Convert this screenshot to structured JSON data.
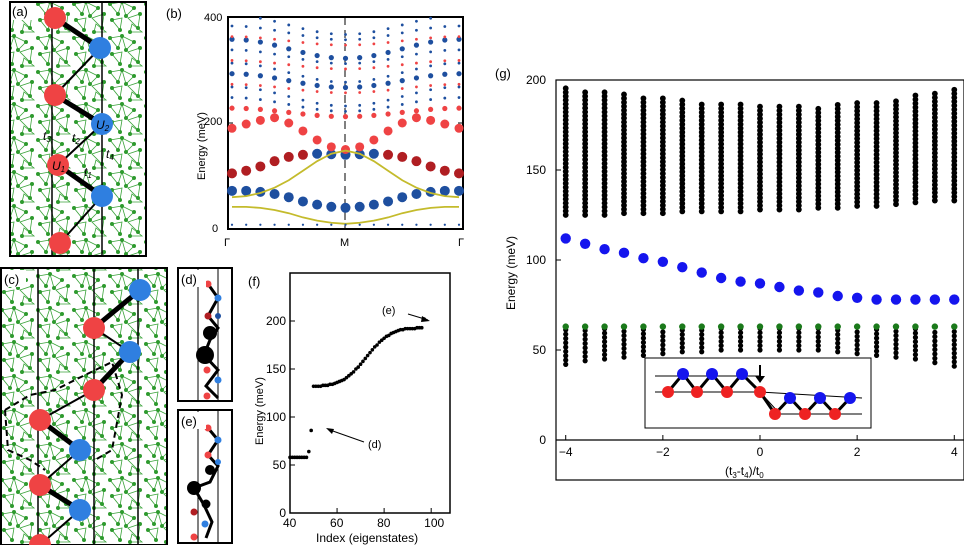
{
  "panels": {
    "a": {
      "label": "(a)",
      "t1": "t",
      "t1_sub": "1",
      "t2": "t",
      "t2_sub": "2",
      "t3": "t",
      "t3_sub": "3",
      "t4": "t",
      "t4_sub": "4",
      "u1": "U",
      "u1_sub": "1",
      "u2": "U",
      "u2_sub": "2"
    },
    "b": {
      "label": "(b)"
    },
    "c": {
      "label": "(c)"
    },
    "d": {
      "label": "(d)"
    },
    "e": {
      "label": "(e)"
    },
    "f": {
      "label": "(f)"
    },
    "g": {
      "label": "(g)"
    }
  },
  "colors": {
    "red": "#ef4344",
    "blue": "#2f7fe0",
    "lattice_green": "#2e9a2e",
    "dark_red": "#b01e22",
    "dark_blue": "#1e4f9f",
    "yellow": "#c4bb2c",
    "g_blue": "#1515ee",
    "g_green": "#1b7a1b",
    "black": "#000000"
  },
  "chart_data": [
    {
      "id": "b",
      "type": "scatter",
      "title": "",
      "xlabel": "",
      "ylabel": "Energy (meV)",
      "ylim": [
        0,
        400
      ],
      "yticks": [
        0,
        200,
        400
      ],
      "xticks": [
        "Γ",
        "M",
        "Γ"
      ],
      "series": [
        {
          "name": "",
          "values": [
            72,
            72,
            70,
            66,
            60,
            52,
            46,
            42,
            40,
            42,
            46,
            52,
            60,
            66,
            70,
            72,
            72
          ]
        },
        {
          "name": "",
          "values": [
            105,
            110,
            118,
            128,
            136,
            140,
            142,
            141,
            140,
            141,
            142,
            140,
            136,
            128,
            118,
            110,
            105
          ]
        },
        {
          "name": "",
          "values": [
            190,
            198,
            205,
            210,
            200,
            185,
            168,
            155,
            150,
            155,
            168,
            185,
            200,
            210,
            205,
            198,
            190
          ]
        },
        {
          "name": "",
          "values": [
            60,
            62,
            68,
            78,
            92,
            110,
            128,
            142,
            148,
            142,
            128,
            110,
            92,
            78,
            68,
            62,
            60
          ]
        }
      ]
    },
    {
      "id": "f",
      "type": "scatter",
      "title": "",
      "xlabel": "Index (eigenstates)",
      "ylabel": "Energy (meV)",
      "xlim": [
        40,
        108
      ],
      "ylim": [
        0,
        250
      ],
      "xticks": [
        40,
        60,
        80,
        100
      ],
      "yticks": [
        0,
        50,
        100,
        150,
        200
      ],
      "annotations": [
        "(d)",
        "(e)"
      ],
      "points": [
        [
          40,
          58
        ],
        [
          41,
          58
        ],
        [
          42,
          58
        ],
        [
          43,
          58
        ],
        [
          44,
          58
        ],
        [
          45,
          58
        ],
        [
          46,
          58
        ],
        [
          47,
          58
        ],
        [
          48,
          64
        ],
        [
          49,
          86
        ],
        [
          50,
          132
        ],
        [
          51,
          132
        ],
        [
          52,
          132
        ],
        [
          53,
          132
        ],
        [
          54,
          133
        ],
        [
          55,
          133
        ],
        [
          56,
          133
        ],
        [
          57,
          134
        ],
        [
          58,
          134
        ],
        [
          59,
          135
        ],
        [
          60,
          136
        ],
        [
          61,
          137
        ],
        [
          62,
          138
        ],
        [
          63,
          139
        ],
        [
          64,
          141
        ],
        [
          65,
          143
        ],
        [
          66,
          145
        ],
        [
          67,
          147
        ],
        [
          68,
          150
        ],
        [
          69,
          152
        ],
        [
          70,
          155
        ],
        [
          71,
          158
        ],
        [
          72,
          161
        ],
        [
          73,
          164
        ],
        [
          74,
          167
        ],
        [
          75,
          170
        ],
        [
          76,
          173
        ],
        [
          77,
          175
        ],
        [
          78,
          178
        ],
        [
          79,
          180
        ],
        [
          80,
          182
        ],
        [
          81,
          184
        ],
        [
          82,
          185
        ],
        [
          83,
          187
        ],
        [
          84,
          188
        ],
        [
          85,
          189
        ],
        [
          86,
          190
        ],
        [
          87,
          191
        ],
        [
          88,
          191
        ],
        [
          89,
          192
        ],
        [
          90,
          192
        ],
        [
          91,
          192
        ],
        [
          92,
          192
        ],
        [
          93,
          192
        ],
        [
          94,
          193
        ],
        [
          95,
          193
        ],
        [
          96,
          193
        ],
        [
          97,
          202
        ]
      ]
    },
    {
      "id": "g",
      "type": "scatter",
      "title": "",
      "xlabel": "(t3-t4)/t0",
      "xlabel_main": "(t",
      "xlabel_sub1": "3",
      "xlabel_mid": "-t",
      "xlabel_sub2": "4",
      "xlabel_end": ")/t",
      "xlabel_sub3": "0",
      "ylabel": "Energy (meV)",
      "xlim": [
        -4.2,
        4.2
      ],
      "ylim": [
        0,
        200
      ],
      "xticks": [
        -4,
        -2,
        0,
        2,
        4
      ],
      "yticks": [
        0,
        50,
        100,
        150,
        200
      ],
      "x": [
        -4.0,
        -3.6,
        -3.2,
        -2.8,
        -2.4,
        -2.0,
        -1.6,
        -1.2,
        -0.8,
        -0.4,
        0.0,
        0.4,
        0.8,
        1.2,
        1.6,
        2.0,
        2.4,
        2.8,
        3.2,
        3.6,
        4.0
      ],
      "blue_series": [
        112,
        109,
        106,
        104,
        101,
        99,
        96,
        93,
        90,
        88,
        87,
        85,
        83,
        82,
        80,
        79,
        78,
        78,
        78,
        78,
        78
      ],
      "green_series": [
        63,
        63,
        63,
        63,
        63,
        63,
        63,
        63,
        63,
        63,
        63,
        63,
        63,
        63,
        63,
        63,
        63,
        63,
        63,
        63,
        63
      ],
      "band_top": [
        196,
        195,
        194,
        192,
        191,
        190,
        189,
        188,
        187,
        187,
        186,
        186,
        186,
        186,
        187,
        188,
        189,
        190,
        192,
        194,
        196
      ],
      "band_bottom": [
        125,
        125,
        125,
        126,
        126,
        126,
        127,
        127,
        127,
        127,
        128,
        128,
        128,
        129,
        129,
        130,
        130,
        131,
        132,
        133,
        133
      ],
      "low_band_top": [
        62,
        62,
        62,
        62,
        62,
        62,
        62,
        62,
        62,
        62,
        62,
        62,
        62,
        62,
        62,
        62,
        62,
        62,
        62,
        62,
        62
      ],
      "low_band_bottom": [
        42,
        44,
        45,
        46,
        47,
        48,
        49,
        49,
        50,
        50,
        50,
        50,
        50,
        50,
        49,
        48,
        47,
        46,
        45,
        43,
        41
      ]
    }
  ]
}
